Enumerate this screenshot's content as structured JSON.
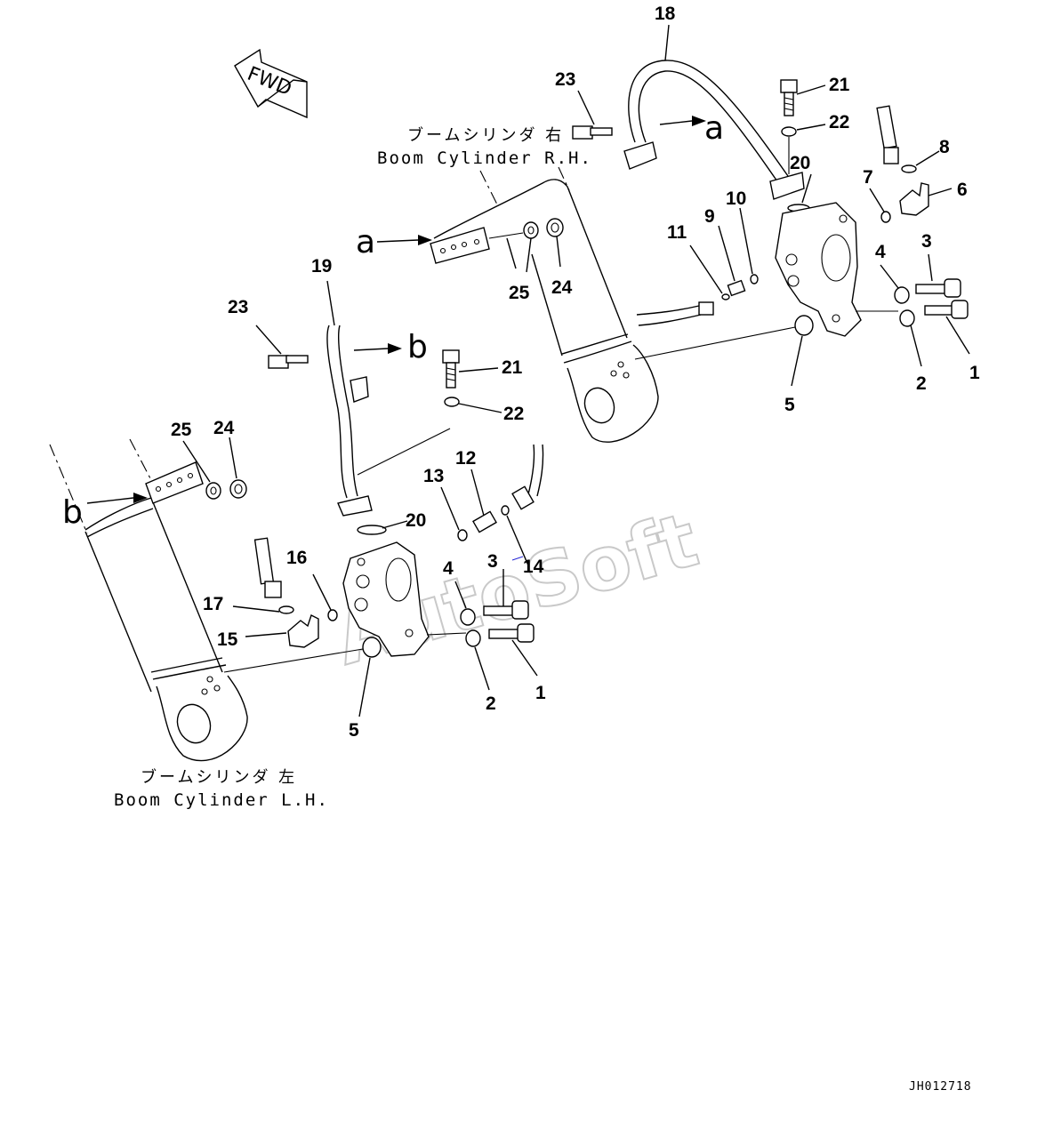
{
  "drawing_code": "JH012718",
  "watermark": "AutoSoft",
  "fwd_label": "FWD",
  "captions": {
    "rh_jp": "ブームシリンダ 右",
    "rh_en": "Boom Cylinder R.H.",
    "lh_jp": "ブームシリンダ 左",
    "lh_en": "Boom Cylinder L.H."
  },
  "refs": {
    "a": "a",
    "b": "b"
  },
  "callouts": {
    "rh": {
      "p18": "18",
      "p23": "23",
      "p21": "21",
      "p22": "22",
      "p20": "20",
      "p8": "8",
      "p7": "7",
      "p6": "6",
      "p11": "11",
      "p9": "9",
      "p10": "10",
      "p4": "4",
      "p3": "3",
      "p25": "25",
      "p24": "24",
      "p2": "2",
      "p1": "1",
      "p5": "5"
    },
    "lh": {
      "p19": "19",
      "p23": "23",
      "p21": "21",
      "p22": "22",
      "p25": "25",
      "p24": "24",
      "p13": "13",
      "p12": "12",
      "p20": "20",
      "p16": "16",
      "p14": "14",
      "p3": "3",
      "p4": "4",
      "p17": "17",
      "p15": "15",
      "p1": "1",
      "p2": "2",
      "p5": "5"
    }
  }
}
